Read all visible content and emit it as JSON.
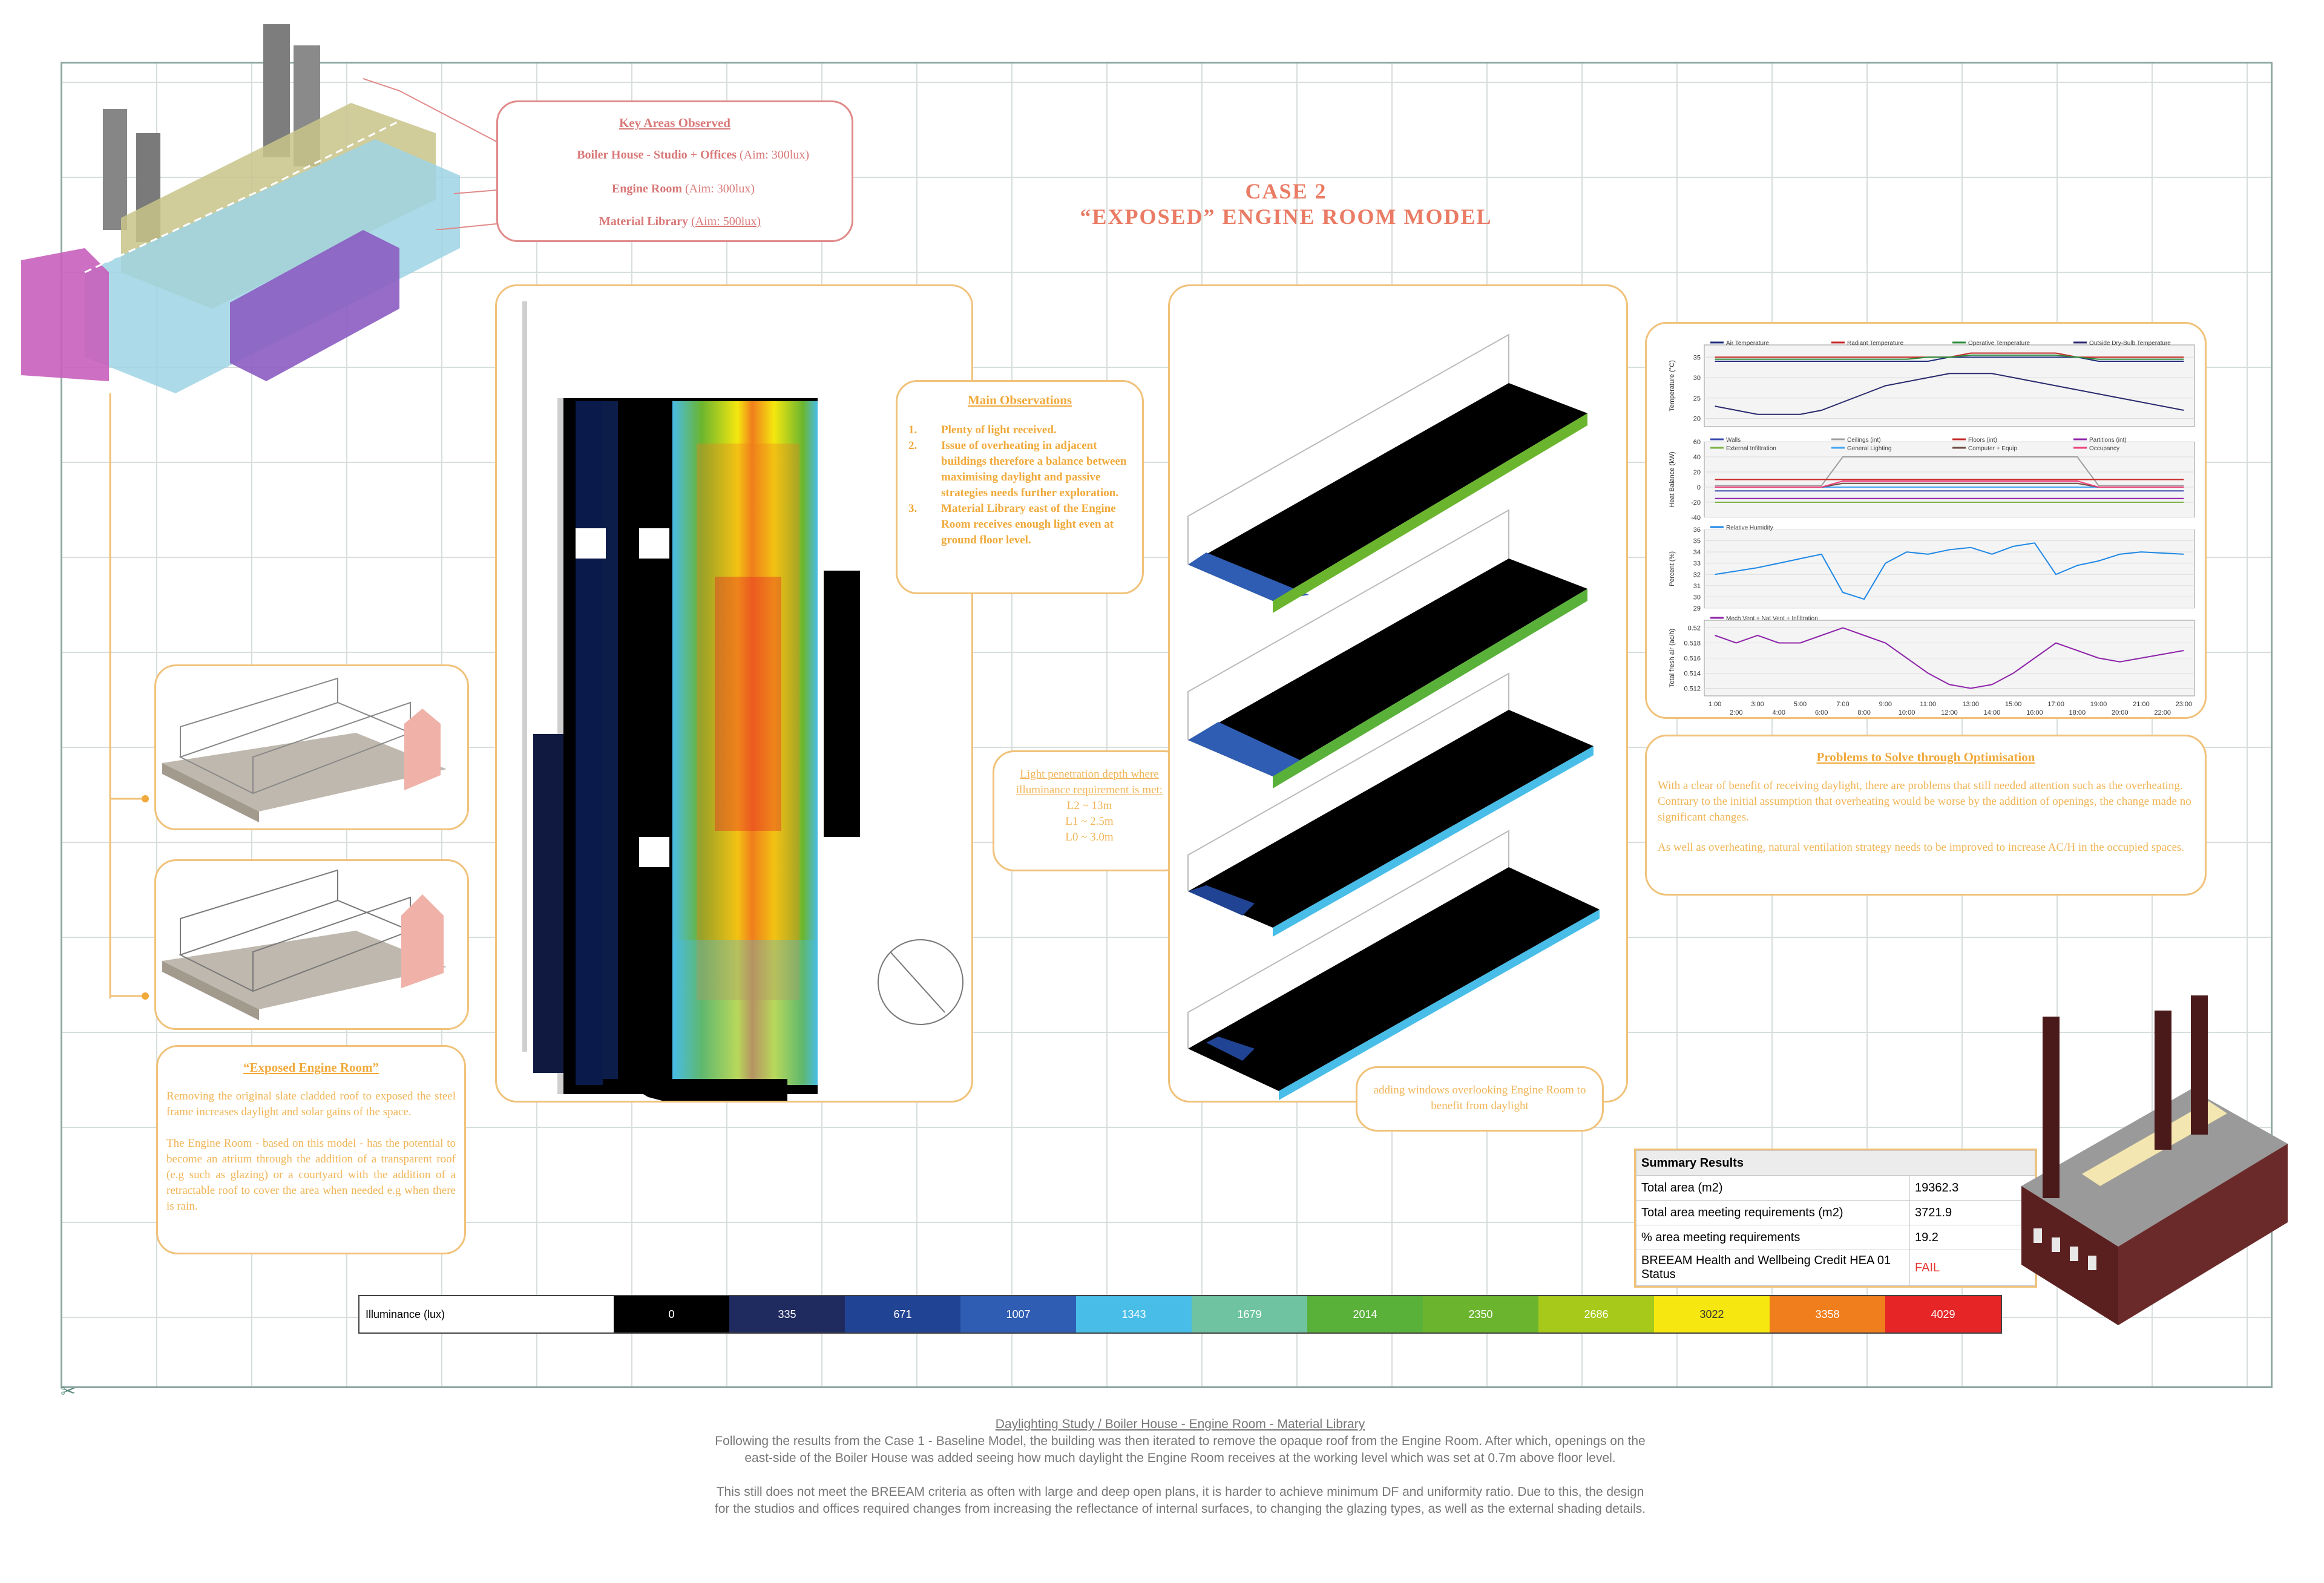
{
  "title": {
    "line1": "CASE 2",
    "line2": "“EXPOSED” ENGINE ROOM MODEL"
  },
  "key_areas": {
    "heading": "Key Areas Observed",
    "items": [
      {
        "label": "Boiler House - Studio + Offices",
        "aim": "(Aim: 300lux)",
        "color": "#c8c48a"
      },
      {
        "label": "Engine Room",
        "aim": "(Aim: 300lux)",
        "color": "#9fd4e4"
      },
      {
        "label": "Material Library",
        "aim": "(Aim: 500lux)",
        "color": "#8b5cc2"
      }
    ]
  },
  "main_observations": {
    "heading": "Main Observations",
    "items": [
      {
        "num": "1.",
        "text": "Plenty of light received."
      },
      {
        "num": "2.",
        "text": "Issue of overheating in adjacent buildings therefore a balance between maximising daylight and passive strategies needs further exploration."
      },
      {
        "num": "3.",
        "text": "Material Library east of the Engine Room receives enough light even at ground floor level."
      }
    ]
  },
  "light_penetration": {
    "heading": "Light penetration depth where illuminance requirement is met:",
    "items": [
      "L2 ~ 13m",
      "L1 ~ 2.5m",
      "L0 ~ 3.0m"
    ]
  },
  "windows_note": "adding windows overlooking Engine Room to benefit from daylight",
  "exposed": {
    "heading": "“Exposed Engine Room”",
    "para1": "Removing the original slate cladded roof to exposed the steel frame increases daylight and solar gains of the space.",
    "para2": "The Engine Room - based on this model - has the potential to become an atrium through the addition of a transparent roof (e.g such as glazing) or a courtyard with the addition of a retractable roof to cover the area when needed e.g when there is rain."
  },
  "problems": {
    "heading": "Problems to Solve through Optimisation",
    "para1": "With a clear of benefit of receiving daylight, there are problems that still needed attention such as the overheating. Contrary to the initial assumption that overheating would be worse by the addition of openings, the change made no significant changes.",
    "para2": "As well as overheating, natural ventilation strategy needs to be improved to increase AC/H in the occupied spaces."
  },
  "summary": {
    "heading": "Summary Results",
    "rows": [
      {
        "label": "Total area (m2)",
        "value": "19362.3"
      },
      {
        "label": "Total area meeting requirements (m2)",
        "value": "3721.9"
      },
      {
        "label": "% area meeting requirements",
        "value": "19.2"
      },
      {
        "label": "BREEAM Health and Wellbeing Credit HEA 01 Status",
        "value": "FAIL"
      }
    ]
  },
  "legend": {
    "label": "Illuminance (lux)",
    "stops": [
      {
        "value": "0",
        "color": "#000000"
      },
      {
        "value": "335",
        "color": "#1f2a5e"
      },
      {
        "value": "671",
        "color": "#214393"
      },
      {
        "value": "1007",
        "color": "#2f5db3"
      },
      {
        "value": "1343",
        "color": "#48bde8"
      },
      {
        "value": "1679",
        "color": "#6fc3a0"
      },
      {
        "value": "2014",
        "color": "#5ab13a"
      },
      {
        "value": "2350",
        "color": "#6bb52e"
      },
      {
        "value": "2686",
        "color": "#a6c91a"
      },
      {
        "value": "3022",
        "color": "#f5e70f"
      },
      {
        "value": "3358",
        "color": "#f07e1c"
      },
      {
        "value": "4029",
        "color": "#e52526"
      }
    ]
  },
  "caption": {
    "heading": "Daylighting Study / Boiler House - Engine Room - Material Library",
    "para1": "Following the results from the Case 1 - Baseline Model, the building was then iterated to remove the opaque roof from the Engine Room. After which, openings on the east-side of the Boiler House was added seeing how much daylight the Engine Room receives at the working level which was set at 0.7m above floor level.",
    "para2": "This still does not meet the BREEAM criteria as often with large and deep open plans, it is harder to achieve minimum DF and uniformity ratio. Due to this, the design for the studios and offices required changes from increasing the reflectance of internal surfaces, to changing the glazing types, as well as the external shading details."
  },
  "chart_data": [
    {
      "type": "line",
      "ylabel": "Temperature (°C)",
      "x": [
        "1:00",
        "2:00",
        "3:00",
        "4:00",
        "5:00",
        "6:00",
        "7:00",
        "8:00",
        "9:00",
        "10:00",
        "11:00",
        "12:00",
        "13:00",
        "14:00",
        "15:00",
        "16:00",
        "17:00",
        "18:00",
        "19:00",
        "20:00",
        "21:00",
        "22:00",
        "23:00"
      ],
      "ylim": [
        18,
        38
      ],
      "yticks": [
        20,
        25,
        30,
        35
      ],
      "series": [
        {
          "name": "Air Temperature",
          "color": "#1f2e7a",
          "values": [
            34,
            34,
            34,
            34,
            34,
            34,
            34,
            34,
            34,
            34,
            34,
            35,
            35,
            35,
            35,
            35,
            35,
            35,
            34,
            34,
            34,
            34,
            34
          ]
        },
        {
          "name": "Radiant Temperature",
          "color": "#c62828",
          "values": [
            35,
            35,
            35,
            35,
            35,
            35,
            35,
            35,
            35,
            35,
            35,
            35,
            36,
            36,
            36,
            36,
            36,
            35,
            35,
            35,
            35,
            35,
            35
          ]
        },
        {
          "name": "Operative Temperature",
          "color": "#2e8b3a",
          "values": [
            34.5,
            34.5,
            34.5,
            34.5,
            34.5,
            34.5,
            34.5,
            34.5,
            34.5,
            34.5,
            35,
            35,
            35.5,
            35.5,
            35.5,
            35.5,
            35.5,
            35,
            34.5,
            34.5,
            34.5,
            34.5,
            34.5
          ]
        },
        {
          "name": "Outside Dry-Bulb Temperature",
          "color": "#2a2a6e",
          "values": [
            23,
            22,
            21,
            21,
            21,
            22,
            24,
            26,
            28,
            29,
            30,
            31,
            31,
            31,
            30,
            29,
            28,
            27,
            26,
            25,
            24,
            23,
            22
          ]
        }
      ]
    },
    {
      "type": "line",
      "ylabel": "Heat Balance (kW)",
      "x": [
        "1:00",
        "2:00",
        "3:00",
        "4:00",
        "5:00",
        "6:00",
        "7:00",
        "8:00",
        "9:00",
        "10:00",
        "11:00",
        "12:00",
        "13:00",
        "14:00",
        "15:00",
        "16:00",
        "17:00",
        "18:00",
        "19:00",
        "20:00",
        "21:00",
        "22:00",
        "23:00"
      ],
      "ylim": [
        -40,
        60
      ],
      "yticks": [
        60,
        40,
        20,
        0,
        -20,
        -40
      ],
      "series": [
        {
          "name": "Walls",
          "color": "#3949ab",
          "values": [
            -5,
            -5,
            -5,
            -5,
            -5,
            -5,
            -5,
            -5,
            -5,
            -5,
            -5,
            -5,
            -5,
            -5,
            -5,
            -5,
            -5,
            -5,
            -5,
            -5,
            -5,
            -5,
            -5
          ]
        },
        {
          "name": "Ceilings (int)",
          "color": "#9e9e9e",
          "values": [
            2,
            2,
            2,
            2,
            2,
            2,
            40,
            40,
            40,
            40,
            40,
            40,
            40,
            40,
            40,
            40,
            40,
            40,
            2,
            2,
            2,
            2,
            2
          ]
        },
        {
          "name": "Floors (int)",
          "color": "#c62828",
          "values": [
            10,
            10,
            10,
            10,
            10,
            10,
            10,
            10,
            10,
            10,
            10,
            10,
            10,
            10,
            10,
            10,
            10,
            10,
            10,
            10,
            10,
            10,
            10
          ]
        },
        {
          "name": "Partitions (int)",
          "color": "#8e24aa",
          "values": [
            -15,
            -15,
            -15,
            -15,
            -15,
            -15,
            -15,
            -15,
            -15,
            -15,
            -15,
            -15,
            -15,
            -15,
            -15,
            -15,
            -15,
            -15,
            -15,
            -15,
            -15,
            -15,
            -15
          ]
        },
        {
          "name": "External Infiltration",
          "color": "#7cb342",
          "values": [
            -20,
            -20,
            -20,
            -20,
            -20,
            -20,
            -20,
            -20,
            -20,
            -20,
            -20,
            -20,
            -20,
            -20,
            -20,
            -20,
            -20,
            -20,
            -20,
            -20,
            -20,
            -20,
            -20
          ]
        },
        {
          "name": "General Lighting",
          "color": "#42a5f5",
          "values": [
            0,
            0,
            0,
            0,
            0,
            0,
            0,
            0,
            0,
            0,
            0,
            0,
            0,
            0,
            0,
            0,
            0,
            0,
            0,
            0,
            0,
            0,
            0
          ]
        },
        {
          "name": "Computer + Equip",
          "color": "#6d4c41",
          "values": [
            0,
            0,
            0,
            0,
            0,
            0,
            5,
            5,
            5,
            5,
            5,
            5,
            5,
            5,
            5,
            5,
            5,
            5,
            0,
            0,
            0,
            0,
            0
          ]
        },
        {
          "name": "Occupancy",
          "color": "#ec407a",
          "values": [
            0,
            0,
            0,
            0,
            0,
            0,
            8,
            8,
            8,
            8,
            8,
            8,
            8,
            8,
            8,
            8,
            8,
            8,
            0,
            0,
            0,
            0,
            0
          ]
        }
      ]
    },
    {
      "type": "line",
      "ylabel": "Percent (%)",
      "x": [
        "1:00",
        "2:00",
        "3:00",
        "4:00",
        "5:00",
        "6:00",
        "7:00",
        "8:00",
        "9:00",
        "10:00",
        "11:00",
        "12:00",
        "13:00",
        "14:00",
        "15:00",
        "16:00",
        "17:00",
        "18:00",
        "19:00",
        "20:00",
        "21:00",
        "22:00",
        "23:00"
      ],
      "ylim": [
        29,
        36
      ],
      "yticks": [
        29,
        30,
        31,
        32,
        33,
        34,
        35,
        36
      ],
      "series": [
        {
          "name": "Relative Humidity",
          "color": "#1e88e5",
          "values": [
            32,
            32.3,
            32.6,
            33,
            33.4,
            33.8,
            30.4,
            29.8,
            33,
            34,
            33.8,
            34.2,
            34.4,
            33.8,
            34.5,
            34.8,
            32,
            32.8,
            33.2,
            33.8,
            34,
            33.9,
            33.8
          ]
        }
      ]
    },
    {
      "type": "line",
      "ylabel": "Total fresh air (ac/h)",
      "x": [
        "1:00",
        "2:00",
        "3:00",
        "4:00",
        "5:00",
        "6:00",
        "7:00",
        "8:00",
        "9:00",
        "10:00",
        "11:00",
        "12:00",
        "13:00",
        "14:00",
        "15:00",
        "16:00",
        "17:00",
        "18:00",
        "19:00",
        "20:00",
        "21:00",
        "22:00",
        "23:00"
      ],
      "ylim": [
        0.511,
        0.521
      ],
      "yticks": [
        0.52,
        0.518,
        0.516,
        0.514,
        0.512
      ],
      "series": [
        {
          "name": "Mech Vent + Nat Vent + Infiltration",
          "color": "#8e24aa",
          "values": [
            0.519,
            0.518,
            0.519,
            0.518,
            0.518,
            0.519,
            0.52,
            0.519,
            0.518,
            0.516,
            0.514,
            0.5125,
            0.512,
            0.5125,
            0.514,
            0.516,
            0.518,
            0.517,
            0.516,
            0.5155,
            0.516,
            0.5165,
            0.517
          ]
        }
      ]
    }
  ]
}
